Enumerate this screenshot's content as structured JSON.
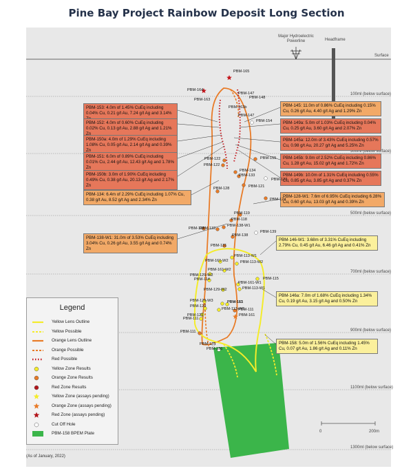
{
  "title": "Pine Bay Project Rainbow Deposit Long Section",
  "surface": {
    "label": "Surface",
    "powerline": "Major Hydroelectric\nPowerline",
    "headframe": "Headframe"
  },
  "depths": [
    "100ml (below surface)",
    "300ml (below surface)",
    "500ml (below surface)",
    "700ml (below surface)",
    "900ml (below surface)",
    "1100ml (below surface)",
    "1300ml (below surface)"
  ],
  "scale": {
    "start": "0",
    "end": "200m"
  },
  "as_of": "(As of January, 2022)",
  "legend": {
    "title": "Legend",
    "items": [
      {
        "label": "Yellow Lens Outline",
        "sym": "yline",
        "color": "#f4ec2a"
      },
      {
        "label": "Yellow Possible",
        "sym": "ydash",
        "color": "#f4ec2a"
      },
      {
        "label": "Orange Lens Outline",
        "sym": "oline",
        "color": "#e87b27"
      },
      {
        "label": "Orange Possible",
        "sym": "odash",
        "color": "#e87b27"
      },
      {
        "label": "Red Possible",
        "sym": "rdot",
        "color": "#c4161c"
      },
      {
        "label": "Yellow Zone Results",
        "sym": "ycirc",
        "color": "#f4ec2a"
      },
      {
        "label": "Orange Zone Results",
        "sym": "ocirc",
        "color": "#e87b27"
      },
      {
        "label": "Red Zone Results",
        "sym": "rcirc",
        "color": "#b3151b"
      },
      {
        "label": "Yellow Zone (assays pending)",
        "sym": "ystar",
        "color": "#f4ec2a"
      },
      {
        "label": "Orange Zone (assays pending)",
        "sym": "ostar",
        "color": "#e87b27"
      },
      {
        "label": "Red Zone (assays pending)",
        "sym": "rstar",
        "color": "#b3151b"
      },
      {
        "label": "Cut Off Hole",
        "sym": "wcirc",
        "color": "#ffffff"
      },
      {
        "label": "PBM-158 BPEM Plate",
        "sym": "plate",
        "color": "#3bb54a"
      }
    ]
  },
  "notes": [
    {
      "text": "PBM-153: 4.0m of 1.45% CuEq including 0.04% Cu, 0.21 g/t Au, 7.24 g/t Ag and 3.14% Zn",
      "zone": "red"
    },
    {
      "text": "PBM-152: 4.0m of 0.60% CuEq including 0.02% Cu, 0.13 g/t Au, 2.88 g/t Ag and 1.21% Zn",
      "zone": "red"
    },
    {
      "text": "PBM-150a: 4.0m of 1.29% CuEq including 1.08% Cu, 0.05 g/t Au, 2.14 g/t Ag and 0.39% Zn",
      "zone": "red"
    },
    {
      "text": "PBM-151: 6.0m of 0.89% CuEq including 0.01% Cu, 2.44 g/t Au, 12.43 g/t Ag and 1.78% Zn",
      "zone": "red"
    },
    {
      "text": "PBM-150b: 3.0m of 1.90% CuEq including 0.49% Cu, 0.38 g/t Au, 20.13 g/t Ag and 2.17% Zn",
      "zone": "red"
    },
    {
      "text": "PBM-134: 6.4m of 2.29% CuEq including 1.07% Cu, 0.38 g/t Au, 8.52 g/t Ag and 2.34% Zn",
      "zone": "orange"
    },
    {
      "text": "PBM-138-W1: 31.0m of 3.53% CuEq including 3.04% Cu, 0.26 g/t Au, 3.55 g/t Ag and 0.74% Zn",
      "zone": "orange"
    },
    {
      "text": "PBM-145: 11.0m of 0.86% CuEq including 0.15% Cu, 0.26 g/t Au, 4.40 g/t Ag and 1.29% Zn",
      "zone": "orange"
    },
    {
      "text": "PBM-149a: 5.0m of 1.03% CuEq including 0.04% Cu, 0.25 g/t Au, 3.60 g/t Ag and 2.07% Zn",
      "zone": "red"
    },
    {
      "text": "PBM-145a: 12.0m of 3.43% CuEq including 0.57% Cu, 0.98 g/t Au, 20.27 g/t Ag and 5.25% Zn",
      "zone": "red"
    },
    {
      "text": "PBM-145b: 9.0m of 2.52% CuEq including 0.86% Cu, 1.28 g/t Au, 15.02 g/t Ag and 1.72% Zn",
      "zone": "red"
    },
    {
      "text": "PBM-149b: 10.0m of 1.31% CuEq including 0.55% Cu, 0.85 g/t Au, 3.85 g/t Ag and 0.37% Zn",
      "zone": "red"
    },
    {
      "text": "PBM-128-W1: 7.6m of 6.95% CuEq including 6.28% Cu, 0.60 g/t Au, 13.03 g/t Ag and 0.39% Zn",
      "zone": "orange"
    },
    {
      "text": "PBM-146-W1: 3.68m of 3.31% CuEq including 2.79% Cu, 0.45 g/t Au, 6.46 g/t Ag and 0.41% Zn",
      "zone": "yellow"
    },
    {
      "text": "PBM-146a: 7.0m of 1.68% CuEq including 1.34% Cu, 0.19 g/t Au, 3.15 g/t Ag and 0.50% Zn",
      "zone": "yellow"
    },
    {
      "text": "PBM-158: 5.0m of 1.56% CuEq including 1.45% Cu, 0.07 g/t Au, 1.86 g/t Ag and 0.11% Zn",
      "zone": "yellow"
    }
  ],
  "holes": [
    {
      "label": "PBM-165",
      "zone": "red-star"
    },
    {
      "label": "PBM-164",
      "zone": "red-star"
    },
    {
      "label": "PBM-147",
      "zone": "label"
    },
    {
      "label": "PBM-163",
      "zone": "label"
    },
    {
      "label": "PBM-148",
      "zone": "label"
    },
    {
      "label": "PBM-163b",
      "zone": "label"
    },
    {
      "label": "PBM-147",
      "zone": "label"
    },
    {
      "label": "PBM-154",
      "zone": "cutoff"
    },
    {
      "label": "PBM-155",
      "zone": "orange"
    },
    {
      "label": "PBM-122",
      "zone": "orange"
    },
    {
      "label": "PBM-122",
      "zone": "orange"
    },
    {
      "label": "PBM-134",
      "zone": "orange"
    },
    {
      "label": "PBM-133",
      "zone": "orange"
    },
    {
      "label": "PBM-123",
      "zone": "cutoff"
    },
    {
      "label": "PBM-121",
      "zone": "orange"
    },
    {
      "label": "PBM-128",
      "zone": "orange"
    },
    {
      "label": "PBM-124",
      "zone": "orange"
    },
    {
      "label": "PBM-119",
      "zone": "orange"
    },
    {
      "label": "PBM-118",
      "zone": "orange"
    },
    {
      "label": "PBM-112",
      "zone": "orange"
    },
    {
      "label": "PBM-132",
      "zone": "orange"
    },
    {
      "label": "PBM-138-W1",
      "zone": "orange"
    },
    {
      "label": "PBM-139",
      "zone": "cutoff"
    },
    {
      "label": "PBM-138",
      "zone": "orange"
    },
    {
      "label": "PBM-131",
      "zone": "orange"
    },
    {
      "label": "PBM-113-W1",
      "zone": "yellow"
    },
    {
      "label": "PBM-161-W2",
      "zone": "yellow"
    },
    {
      "label": "PBM-113-W2",
      "zone": "yellow"
    },
    {
      "label": "PBM-161-W2",
      "zone": "yellow"
    },
    {
      "label": "PBM-129-W2",
      "zone": "yellow"
    },
    {
      "label": "PBM-114",
      "zone": "yellow"
    },
    {
      "label": "PBM-115",
      "zone": "yellow"
    },
    {
      "label": "PBM-161-W1",
      "zone": "yellow"
    },
    {
      "label": "PBM-129-W2",
      "zone": "yellow"
    },
    {
      "label": "PBM-113-W1",
      "zone": "yellow"
    },
    {
      "label": "PBM-113",
      "zone": "yellow"
    },
    {
      "label": "PBM-161",
      "zone": "yellow"
    },
    {
      "label": "PBM-129-W3",
      "zone": "yellow"
    },
    {
      "label": "PBM-129",
      "zone": "yellow"
    },
    {
      "label": "PBM-113-W3",
      "zone": "yellow"
    },
    {
      "label": "PBM-129",
      "zone": "yellow"
    },
    {
      "label": "PBM-111",
      "zone": "orange"
    },
    {
      "label": "PBM-111",
      "zone": "yellow"
    },
    {
      "label": "PBM-161",
      "zone": "orange-star"
    },
    {
      "label": "PBM-111",
      "zone": "orange"
    },
    {
      "label": "PBM-135",
      "zone": "cutoff"
    },
    {
      "label": "PBM-136",
      "zone": "cutoff"
    }
  ]
}
